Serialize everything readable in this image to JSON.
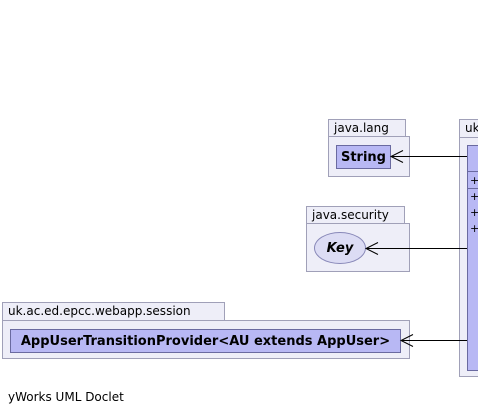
{
  "packages": {
    "java_lang": {
      "name": "java.lang",
      "class_name": "String"
    },
    "java_security": {
      "name": "java.security",
      "interface_name": "Key"
    },
    "webapp_session": {
      "name": "uk.ac.ed.epcc.webapp.session",
      "class_name": "AppUserTransitionProvider<AU extends AppUser>"
    },
    "main": {
      "name": "uk"
    }
  },
  "main_class": {
    "members": [
      "+",
      "+",
      "+",
      "+"
    ]
  },
  "footer": "yWorks UML Doclet"
}
